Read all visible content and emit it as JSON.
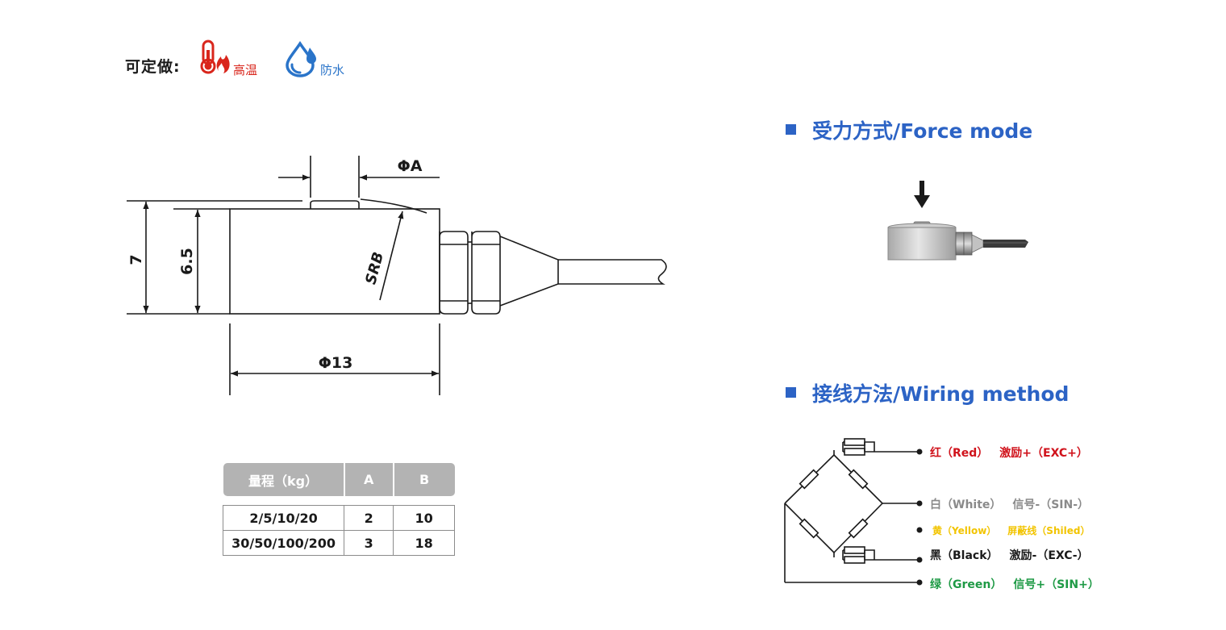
{
  "header": {
    "custom_label": "可定做:",
    "options": [
      {
        "label": "高温",
        "icon": "thermometer-flame-icon",
        "color": "#d9261c"
      },
      {
        "label": "防水",
        "icon": "water-drop-icon",
        "color": "#2a74c9"
      }
    ]
  },
  "drawing": {
    "dims": {
      "phi_a": "ΦA",
      "phi_13": "Φ13",
      "h_7": "7",
      "h_6_5": "6.5",
      "srb": "SRB"
    }
  },
  "table": {
    "headers": [
      "量程（kg）",
      "A",
      "B"
    ],
    "rows": [
      [
        "2/5/10/20",
        "2",
        "10"
      ],
      [
        "30/50/100/200",
        "3",
        "18"
      ]
    ]
  },
  "force_mode": {
    "title": "受力方式/Force mode"
  },
  "wiring": {
    "title": "接线方法/Wiring method",
    "wires": [
      {
        "color_name": "红（Red）",
        "function": "激励+（EXC+）",
        "color": "#d0121b"
      },
      {
        "color_name": "白（White）",
        "function": "信号-（SIN-）",
        "color": "#8a8a8a"
      },
      {
        "color_name": "黄（Yellow）",
        "function": "屏蔽线（Shiled）",
        "color": "#f2c400"
      },
      {
        "color_name": "黑（Black）",
        "function": "激励-（EXC-）",
        "color": "#1a1a1a"
      },
      {
        "color_name": "绿（Green）",
        "function": "信号+（SIN+）",
        "color": "#1e9a45"
      }
    ]
  },
  "colors": {
    "accent": "#2c63c5",
    "table_header": "#b3b3b3"
  }
}
